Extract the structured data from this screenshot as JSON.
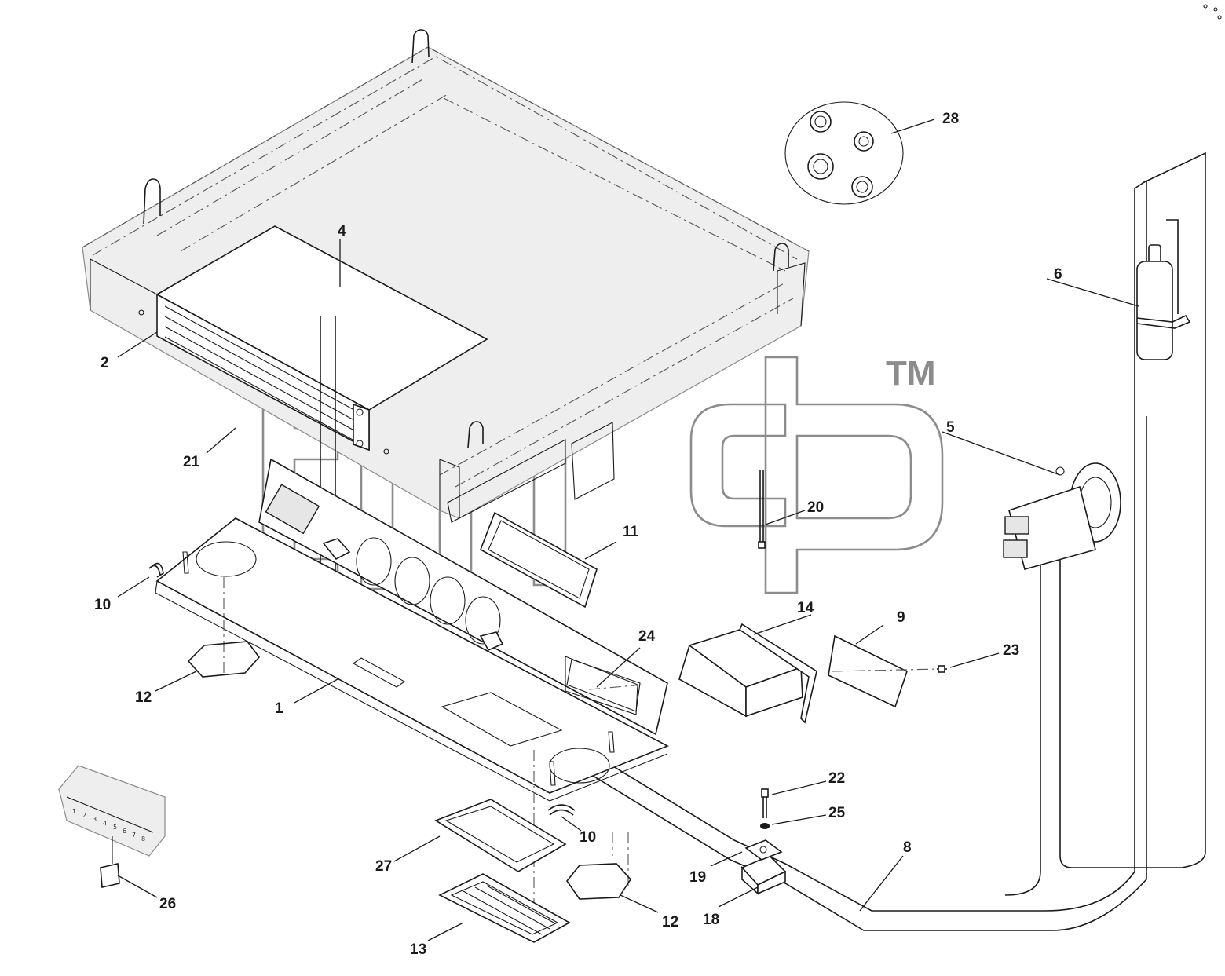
{
  "callouts": [
    {
      "id": "c1",
      "label": "1"
    },
    {
      "id": "c2",
      "label": "2"
    },
    {
      "id": "c4",
      "label": "4"
    },
    {
      "id": "c5",
      "label": "5"
    },
    {
      "id": "c6",
      "label": "6"
    },
    {
      "id": "c8",
      "label": "8"
    },
    {
      "id": "c9",
      "label": "9"
    },
    {
      "id": "c10a",
      "label": "10"
    },
    {
      "id": "c10b",
      "label": "10"
    },
    {
      "id": "c11",
      "label": "11"
    },
    {
      "id": "c12a",
      "label": "12"
    },
    {
      "id": "c12b",
      "label": "12"
    },
    {
      "id": "c13",
      "label": "13"
    },
    {
      "id": "c14",
      "label": "14"
    },
    {
      "id": "c18",
      "label": "18"
    },
    {
      "id": "c19",
      "label": "19"
    },
    {
      "id": "c20",
      "label": "20"
    },
    {
      "id": "c21",
      "label": "21"
    },
    {
      "id": "c22",
      "label": "22"
    },
    {
      "id": "c23",
      "label": "23"
    },
    {
      "id": "c24",
      "label": "24"
    },
    {
      "id": "c25",
      "label": "25"
    },
    {
      "id": "c26",
      "label": "26"
    },
    {
      "id": "c27",
      "label": "27"
    },
    {
      "id": "c28",
      "label": "28"
    }
  ],
  "watermark": {
    "trademark": "TM"
  },
  "fuse_block": {
    "slot_numbers": [
      "1",
      "2",
      "3",
      "4",
      "5",
      "6",
      "7",
      "8"
    ]
  }
}
